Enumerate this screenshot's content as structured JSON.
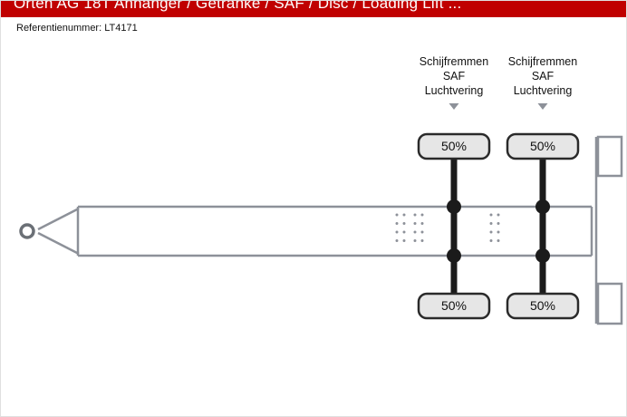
{
  "header": {
    "title": "Orten AG 18T Anhänger / Getränke / SAF / Disc / Loading Lift ..."
  },
  "reference": "Referentienummer: LT4171",
  "diagram": {
    "axles": [
      {
        "brake_label": "Schijfremmen",
        "brand_label": "SAF",
        "suspension_label": "Luchtvering",
        "wheel_top": "50%",
        "wheel_bottom": "50%"
      },
      {
        "brake_label": "Schijfremmen",
        "brand_label": "SAF",
        "suspension_label": "Luchtvering",
        "wheel_top": "50%",
        "wheel_bottom": "50%"
      }
    ]
  },
  "colors": {
    "header_bg": "#c00000",
    "line_gray": "#8d9199",
    "axle_black": "#1b1b1b",
    "wheel_fill": "#e6e6e6"
  }
}
